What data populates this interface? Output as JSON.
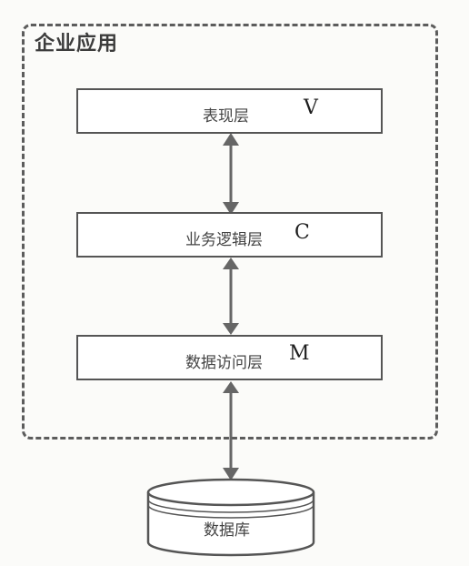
{
  "container": {
    "title": "企业应用"
  },
  "layers": [
    {
      "label": "表现层",
      "tag": "V"
    },
    {
      "label": "业务逻辑层",
      "tag": "C"
    },
    {
      "label": "数据访问层",
      "tag": "M"
    }
  ],
  "database": {
    "label": "数据库"
  },
  "colors": {
    "line": "#555555",
    "arrow": "#666666",
    "background": "#fbfbf9"
  }
}
